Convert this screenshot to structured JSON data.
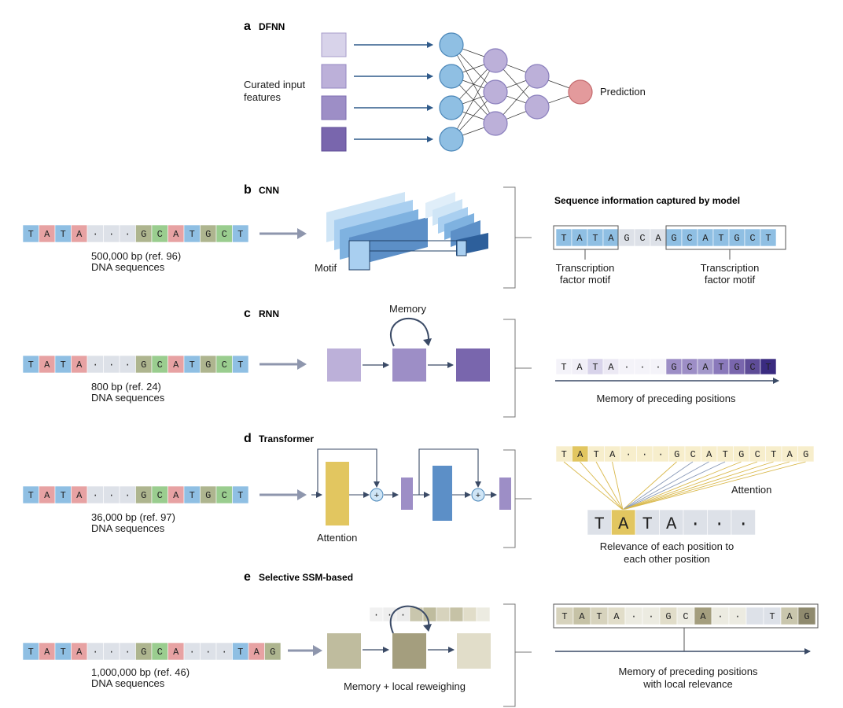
{
  "panels": {
    "a": {
      "letter": "a",
      "title": "DFNN",
      "input_label_1": "Curated input",
      "input_label_2": "features",
      "output_label": "Prediction"
    },
    "b": {
      "letter": "b",
      "title": "CNN",
      "bp": "500,000 bp (ref. 96)",
      "seq": "DNA sequences",
      "motif": "Motif",
      "info_title": "Sequence information captured by model",
      "tf1a": "Transcription",
      "tf1b": "factor motif",
      "tf2a": "Transcription",
      "tf2b": "factor motif"
    },
    "c": {
      "letter": "c",
      "title": "RNN",
      "bp": "800 bp (ref. 24)",
      "seq": "DNA sequences",
      "memory": "Memory",
      "caption": "Memory of preceding positions"
    },
    "d": {
      "letter": "d",
      "title": "Transformer",
      "bp": "36,000 bp (ref. 97)",
      "seq": "DNA sequences",
      "attention_block": "Attention",
      "attention_out": "Attention",
      "relevance_1": "Relevance of each position to",
      "relevance_2": "each other position",
      "plus": "+"
    },
    "e": {
      "letter": "e",
      "title": "Selective SSM-based",
      "bp": "1,000,000 bp (ref. 46)",
      "seq": "DNA sequences",
      "block_label": "Memory + local reweighing",
      "caption_1": "Memory of preceding positions",
      "caption_2": "with local relevance"
    }
  },
  "sequences": {
    "standard": [
      "T",
      "A",
      "T",
      "A",
      "·",
      "·",
      "·",
      "G",
      "C",
      "A",
      "T",
      "G",
      "C",
      "T"
    ],
    "ssm": [
      "T",
      "A",
      "T",
      "A",
      "·",
      "·",
      "·",
      "G",
      "C",
      "A",
      "·",
      "·",
      "·",
      "T",
      "A",
      "G"
    ],
    "cnn_out": [
      "T",
      "A",
      "T",
      "A",
      "G",
      "C",
      "A",
      "G",
      "C",
      "A",
      "T",
      "G",
      "C",
      "T"
    ],
    "rnn_out": [
      "T",
      "A",
      "T",
      "A",
      "·",
      "·",
      "·",
      "G",
      "C",
      "A",
      "T",
      "G",
      "C",
      "T"
    ],
    "tf_top": [
      "T",
      "A",
      "T",
      "A",
      "·",
      "·",
      "·",
      "G",
      "C",
      "A",
      "T",
      "G",
      "C",
      "T",
      "A",
      "G"
    ],
    "tf_zoom": [
      "T",
      "A",
      "T",
      "A",
      "·",
      "·",
      "·"
    ],
    "ssm_mem": [
      "·",
      "·",
      "·",
      "",
      "",
      "",
      "",
      "",
      ""
    ],
    "ssm_out": [
      "T",
      "A",
      "T",
      "A",
      "·",
      "·",
      "G",
      "C",
      "A",
      "·",
      "·",
      "",
      "T",
      "A",
      "G"
    ]
  },
  "colors": {
    "T": "#8fbfe3",
    "A": "#e7a2a3",
    "G": "#aeb58f",
    "C": "#9acd8f",
    "dot": "#dde1e8",
    "input_boxes": [
      "#d8d3ea",
      "#bcb0d9",
      "#9d8ec6",
      "#7966ad"
    ],
    "hidden_node": "#8fbfe3",
    "hidden_node2": "#bcb0d9",
    "output_node": "#e39a9c",
    "arrow": "#2f5a8a",
    "gray_arrow": "#8e96ad"
  }
}
